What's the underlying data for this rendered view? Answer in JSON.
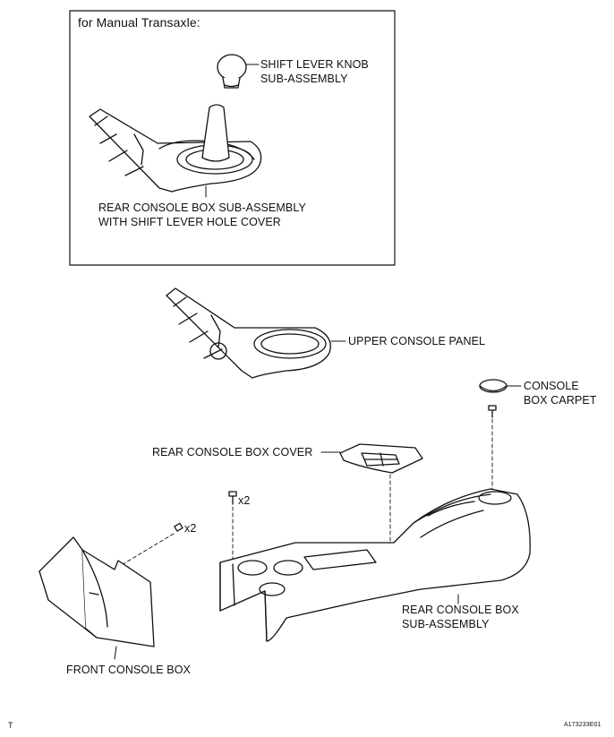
{
  "inset": {
    "title": "for Manual Transaxle:",
    "knob_label_line1": "SHIFT LEVER KNOB",
    "knob_label_line2": "SUB-ASSEMBLY",
    "rear_box_label_line1": "REAR CONSOLE BOX SUB-ASSEMBLY",
    "rear_box_label_line2": "WITH SHIFT LEVER HOLE COVER"
  },
  "labels": {
    "upper_console_panel": "UPPER CONSOLE PANEL",
    "console_box_carpet_line1": "CONSOLE",
    "console_box_carpet_line2": "BOX CARPET",
    "rear_console_box_cover": "REAR CONSOLE BOX COVER",
    "screw_qty_front": "x2",
    "screw_qty_rear": "x2",
    "rear_console_box_line1": "REAR CONSOLE BOX",
    "rear_console_box_line2": "SUB-ASSEMBLY",
    "front_console_box": "FRONT CONSOLE BOX"
  },
  "footer": {
    "corner_mark": "T",
    "figure_code": "A173233E01"
  }
}
